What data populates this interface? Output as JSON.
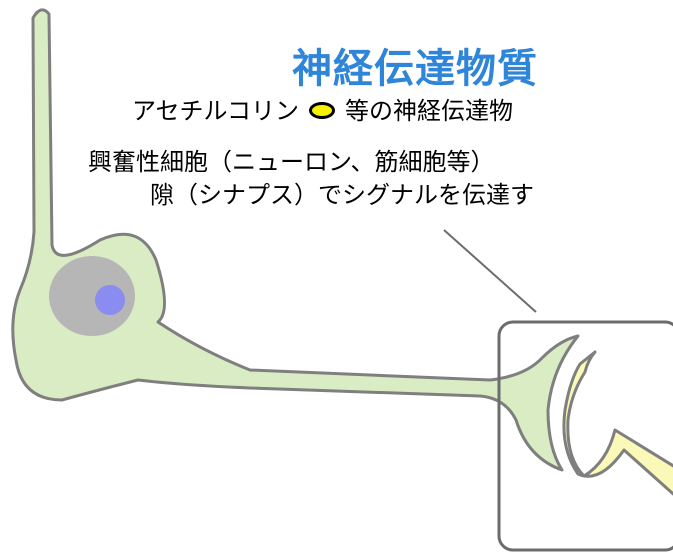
{
  "title": "神経伝達物質",
  "description": {
    "line1_prefix": "アセチルコリン",
    "line1_suffix": "等の神経伝達物",
    "line2": "興奮性細胞（ニューロン、筋細胞等）",
    "line3": "隙（シナプス）でシグナルを伝達す"
  },
  "colors": {
    "title": "#2f86d8",
    "neuron_fill": "#d9ecc4",
    "neuron_stroke": "#7f7f7f",
    "nucleus": "#b6b6b6",
    "nucleolus": "#8a8cf0",
    "target_cell": "#fbf9b8",
    "acetylcholine": "#f7f200",
    "frame": "#6c6c6c"
  }
}
